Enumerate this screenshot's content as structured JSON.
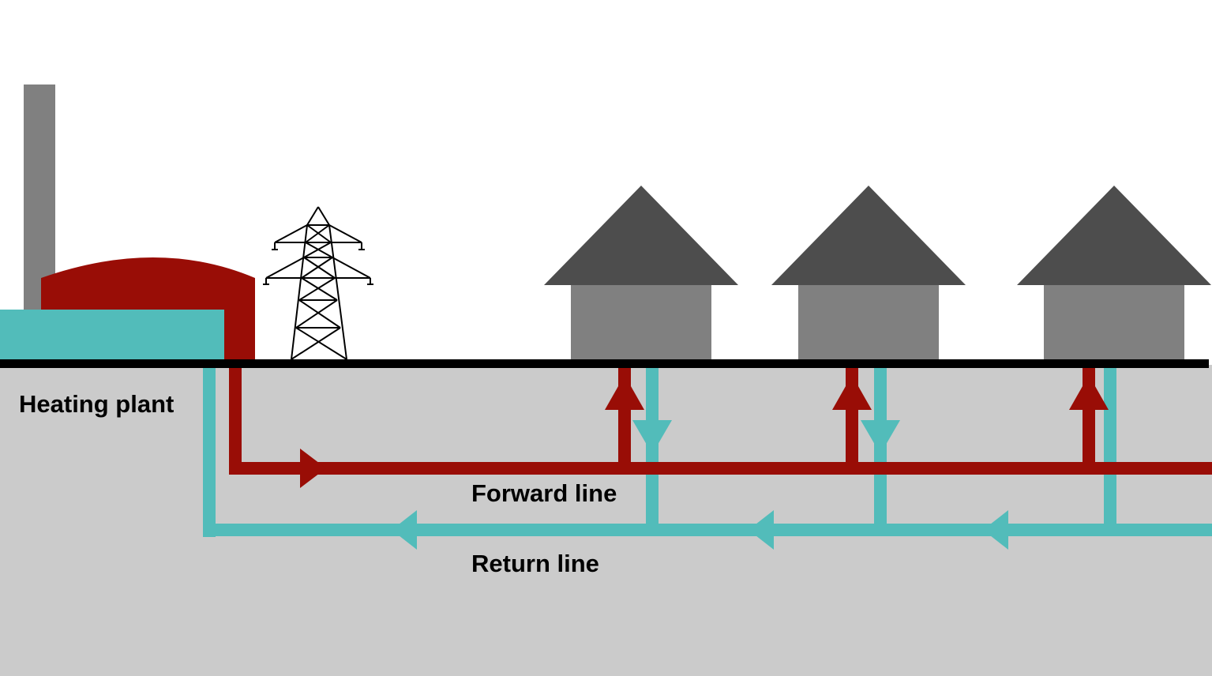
{
  "labels": {
    "heating_plant": "Heating plant",
    "forward_line": "Forward line",
    "return_line": "Return line"
  },
  "colors": {
    "forward": "#990d06",
    "return": "#52bcba",
    "ground": "#cbcbcb",
    "surface": "#000000",
    "roof": "#4d4d4d",
    "wall": "#808080",
    "chimney": "#808080",
    "plant_dome": "#990d06",
    "plant_building": "#52bcba",
    "pylon": "#000000",
    "background": "#ffffff"
  },
  "houses": [
    {
      "name": "house-1"
    },
    {
      "name": "house-2"
    },
    {
      "name": "house-3"
    }
  ],
  "icons": [
    "chimney-icon",
    "power-pylon-icon",
    "house-icon",
    "flow-arrow-icon"
  ]
}
